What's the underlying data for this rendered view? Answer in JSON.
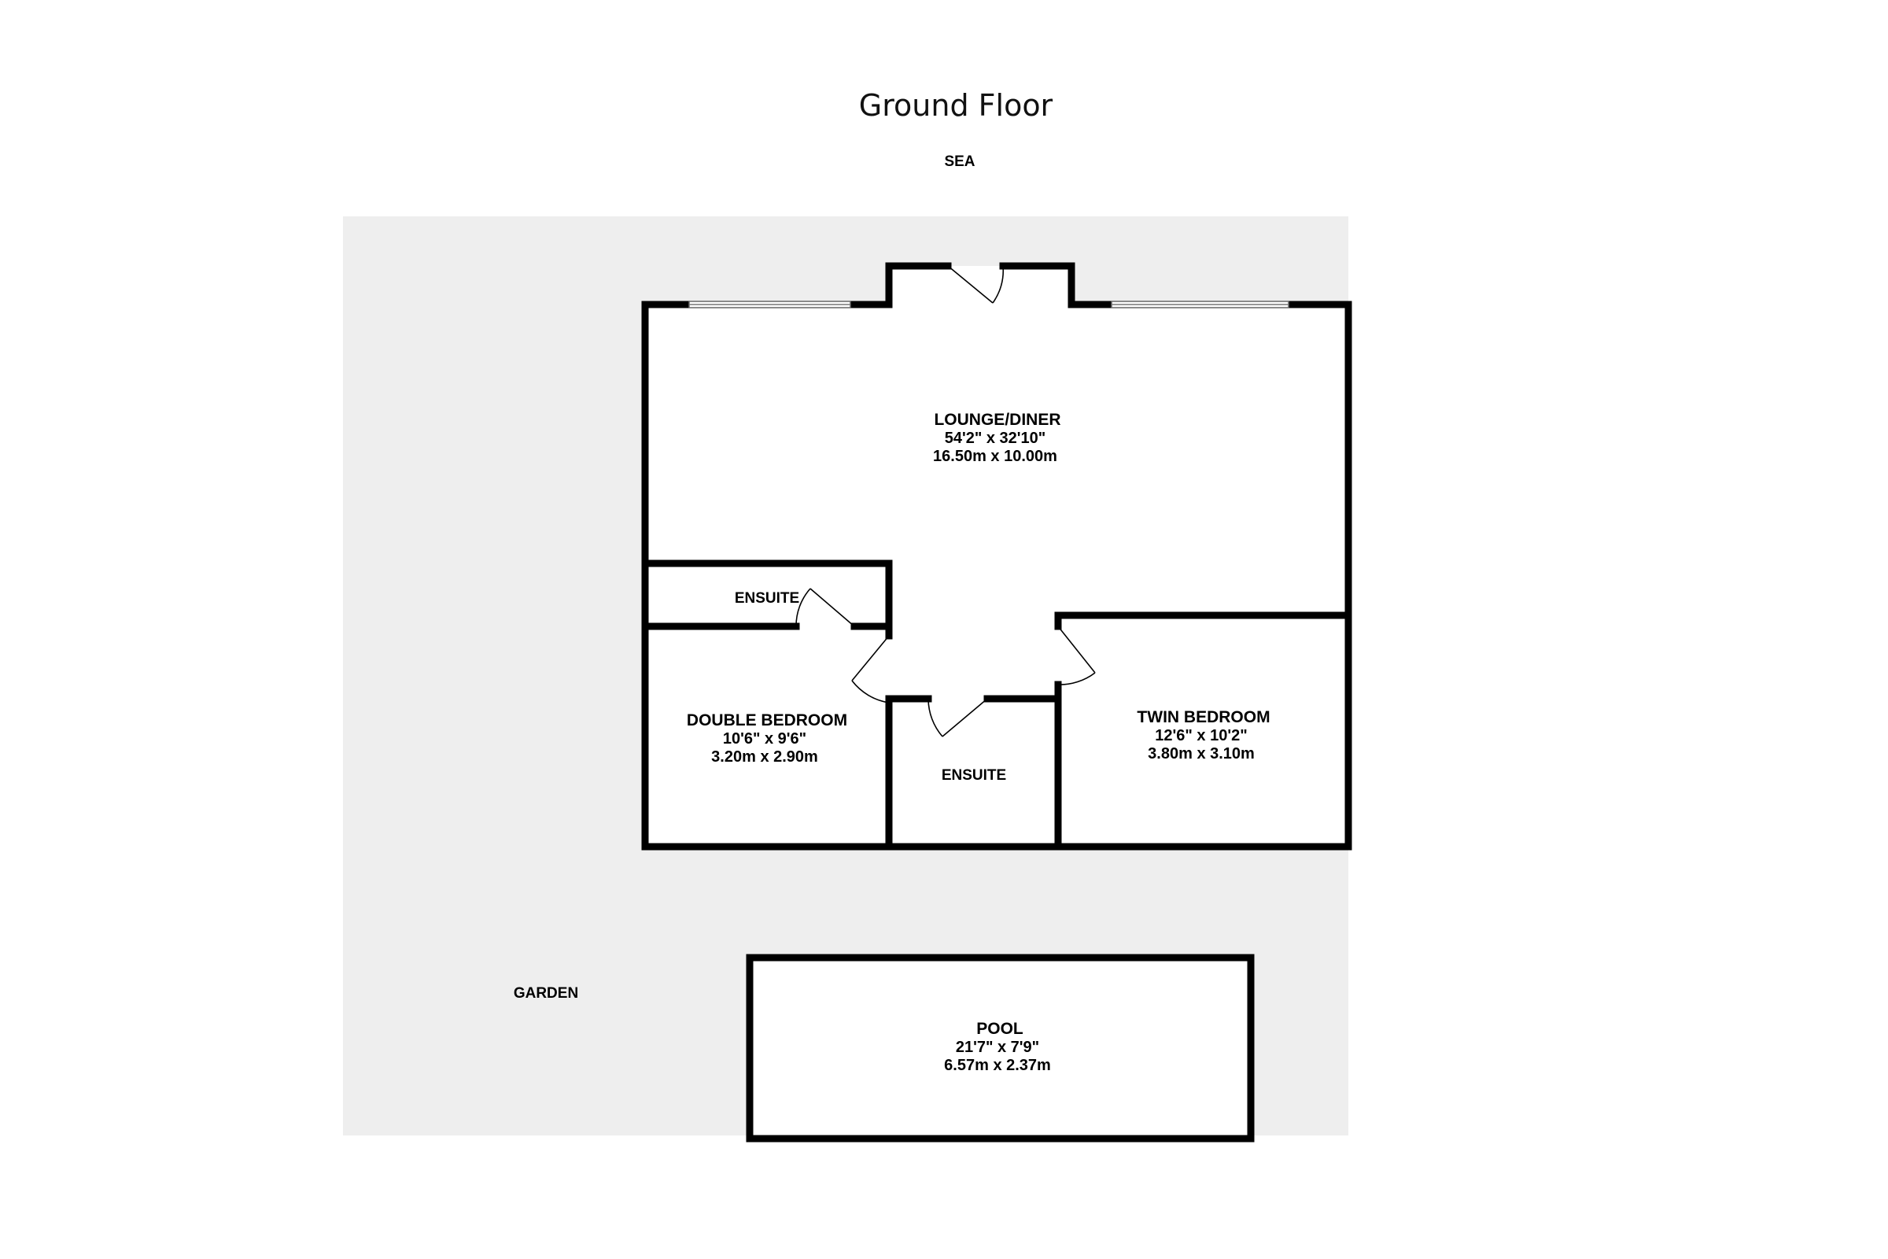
{
  "plan": {
    "title": "Ground Floor",
    "orientation_label": "SEA",
    "outdoor_label": "GARDEN",
    "rooms": {
      "lounge": {
        "name": "LOUNGE/DINER",
        "dim_imperial": "54'2\"  x 32'10\"",
        "dim_metric": "16.50m  x 10.00m"
      },
      "ensuite_1": {
        "name": "ENSUITE"
      },
      "double_bedroom": {
        "name": "DOUBLE BEDROOM",
        "dim_imperial": "10'6\"  x 9'6\"",
        "dim_metric": "3.20m  x 2.90m"
      },
      "ensuite_2": {
        "name": "ENSUITE"
      },
      "twin_bedroom": {
        "name": "TWIN BEDROOM",
        "dim_imperial": "12'6\"  x 10'2\"",
        "dim_metric": "3.80m  x 3.10m"
      },
      "pool": {
        "name": "POOL",
        "dim_imperial": "21'7\"  x 7'9\"",
        "dim_metric": "6.57m  x 2.37m"
      }
    },
    "colors": {
      "garden": "#eeeeee",
      "wall": "#000000",
      "floor": "#ffffff"
    }
  }
}
